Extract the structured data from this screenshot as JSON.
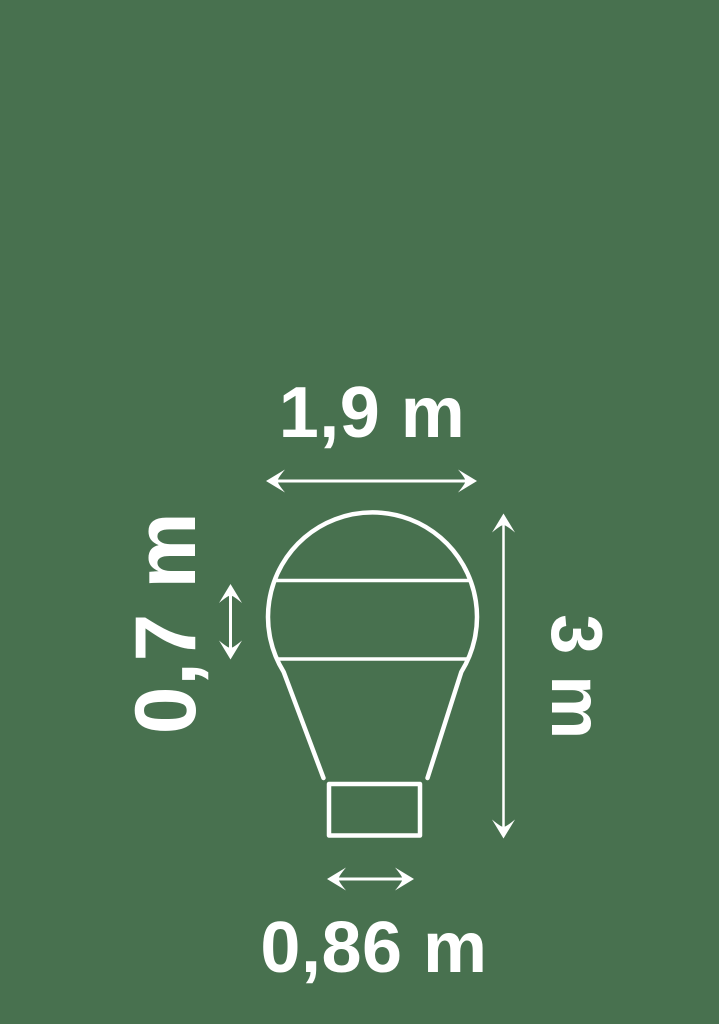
{
  "diagram": {
    "name": "hot-air-balloon-dimension-drawing",
    "colors": {
      "background": "#48714f",
      "line": "#ffffff"
    },
    "labels": {
      "balloon_width": "1,9 m",
      "band_height": "0,7 m",
      "total_height": "3 m",
      "basket_width": "0,86 m"
    }
  }
}
